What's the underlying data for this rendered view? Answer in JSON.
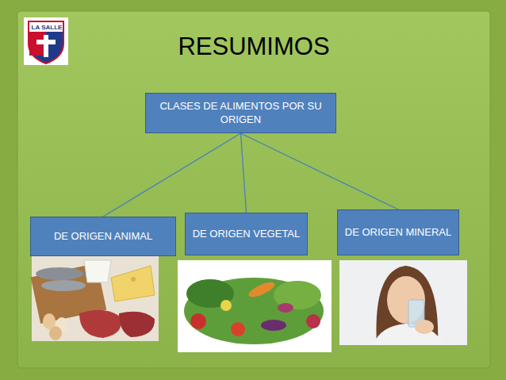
{
  "diagram": {
    "title": "RESUMIMOS",
    "nodes": [
      {
        "text": [
          "CLASES DE ALIMENTOS POR SU ORIGEN"
        ]
      },
      {
        "text": [
          "DE ORIGEN ANIMAL"
        ]
      },
      {
        "text": [
          "DE ORIGEN VEGETAL"
        ]
      },
      {
        "text": [
          "DE ORIGEN MINERAL"
        ]
      }
    ],
    "edges": [
      {
        "from": 0,
        "to": 1,
        "arrow": "none"
      },
      {
        "from": 0,
        "to": 2,
        "arrow": "none"
      },
      {
        "from": 0,
        "to": 3,
        "arrow": "none"
      }
    ],
    "labels": [
      "LA SALLE"
    ]
  }
}
